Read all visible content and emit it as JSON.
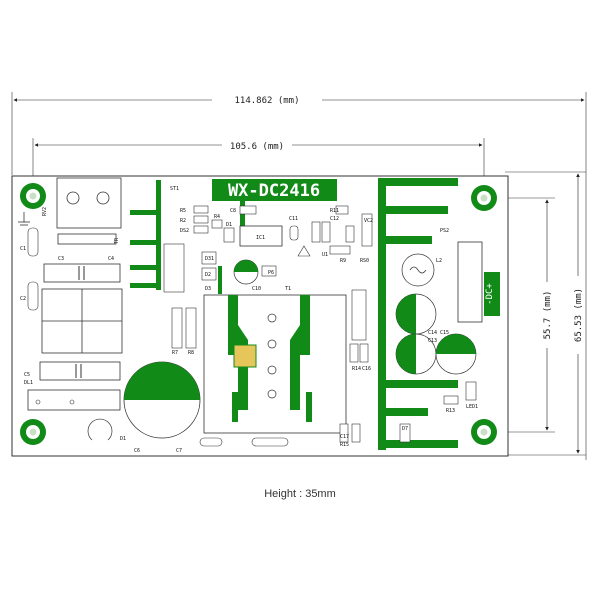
{
  "board": {
    "model": "WX-DC2416",
    "dc_label": "-DC+",
    "colors": {
      "copper": "#128a18",
      "outline": "#333333",
      "pad_light": "#c9dfc6"
    }
  },
  "dimensions": {
    "overall_width": "114.862 (mm)",
    "hole_spacing_width": "105.6 (mm)",
    "overall_height": "65.53 (mm)",
    "hole_spacing_height": "55.7 (mm)"
  },
  "components": {
    "ST1": "ST1",
    "RV2": "RV2",
    "R5": "R5",
    "R2": "R2",
    "R4": "R4",
    "D1": "D1",
    "DS2": "DS2",
    "C8": "C8",
    "IC1": "IC1",
    "C11": "C11",
    "R11": "R11",
    "C12": "C12",
    "VC2": "VC2",
    "C1": "C1",
    "C3": "C3",
    "C4": "C4",
    "TR": "TR",
    "D2": "D2",
    "D3": "D3",
    "D31": "D31",
    "P6": "P6",
    "C10": "C10",
    "U1": "U1",
    "R9": "R9",
    "RS0": "RS0",
    "PS2": "PS2",
    "L2": "L2",
    "T1": "T1",
    "C2": "C2",
    "C5": "C5",
    "DL1": "DL1",
    "R7": "R7",
    "R8": "R8",
    "C14": "C14",
    "C13": "C13",
    "C15": "C15",
    "R14": "R14",
    "C16": "C16",
    "R13": "R13",
    "LED1": "LED1",
    "D7": "D7",
    "C6": "C6",
    "C7": "C7",
    "C17": "C17",
    "R15": "R15",
    "D1b": "D1"
  },
  "footer": {
    "height_text": "Height : 35mm"
  }
}
